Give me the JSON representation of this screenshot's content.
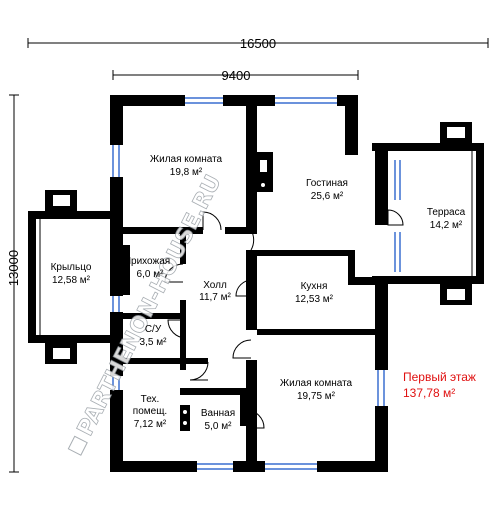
{
  "dimensions": {
    "total_width": "16500",
    "house_width": "9400",
    "height": "13000"
  },
  "rooms": {
    "bedroom_top": {
      "name": "Жилая комната",
      "area": "19,8 м²"
    },
    "living": {
      "name": "Гостиная",
      "area": "25,6 м²"
    },
    "terrace": {
      "name": "Терраса",
      "area": "14,2 м²"
    },
    "porch": {
      "name": "Крыльцо",
      "area": "12,58 м²"
    },
    "hall": {
      "name": "Прихожая",
      "area": "6,0 м²"
    },
    "corridor": {
      "name": "Холл",
      "area": "11,7 м²"
    },
    "kitchen": {
      "name": "Кухня",
      "area": "12,53 м²"
    },
    "wc": {
      "name": "С/У",
      "area": "3,5 м²"
    },
    "tech": {
      "name": "Тех.",
      "name2": "помещ.",
      "area": "7,12 м²"
    },
    "bath": {
      "name": "Ванная",
      "area": "5,0 м²"
    },
    "bedroom_bottom": {
      "name": "Жилая комната",
      "area": "19,75 м²"
    }
  },
  "floor": {
    "title": "Первый этаж",
    "total_area": "137,78 м²"
  },
  "watermark": "PARTHENON-HOUSE.RU",
  "colors": {
    "wall": "#000000",
    "window": "#3a6fd0",
    "label_red": "#e01010"
  }
}
